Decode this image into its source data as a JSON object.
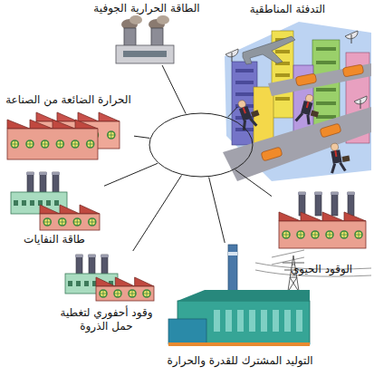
{
  "diagram": {
    "nodes": [
      {
        "text": []
      },
      {
        "text": [
          "الطاقة الحرارية الجوفية"
        ]
      },
      {
        "text": [
          "التدفئة المناطقية"
        ]
      },
      {
        "text": [
          "الحرارة الضائعة من الصناعة"
        ]
      },
      {
        "text": [
          "طاقة النفايات"
        ]
      },
      {
        "text": [
          "الوقود الحيوي"
        ]
      },
      {
        "text": [
          "وقود أحفوري لتغطية حمل الذروة"
        ]
      },
      {
        "text": [
          "التوليد المشترك للقدرة والحرارة"
        ]
      }
    ],
    "edges": [
      {
        "from": 0,
        "to": 1,
        "arrow": "none"
      },
      {
        "from": 0,
        "to": 2,
        "arrow": "none"
      },
      {
        "from": 0,
        "to": 3,
        "arrow": "none"
      },
      {
        "from": 0,
        "to": 4,
        "arrow": "none"
      },
      {
        "from": 0,
        "to": 5,
        "arrow": "none"
      },
      {
        "from": 0,
        "to": 6,
        "arrow": "none"
      },
      {
        "from": 0,
        "to": 7,
        "arrow": "none"
      }
    ]
  }
}
